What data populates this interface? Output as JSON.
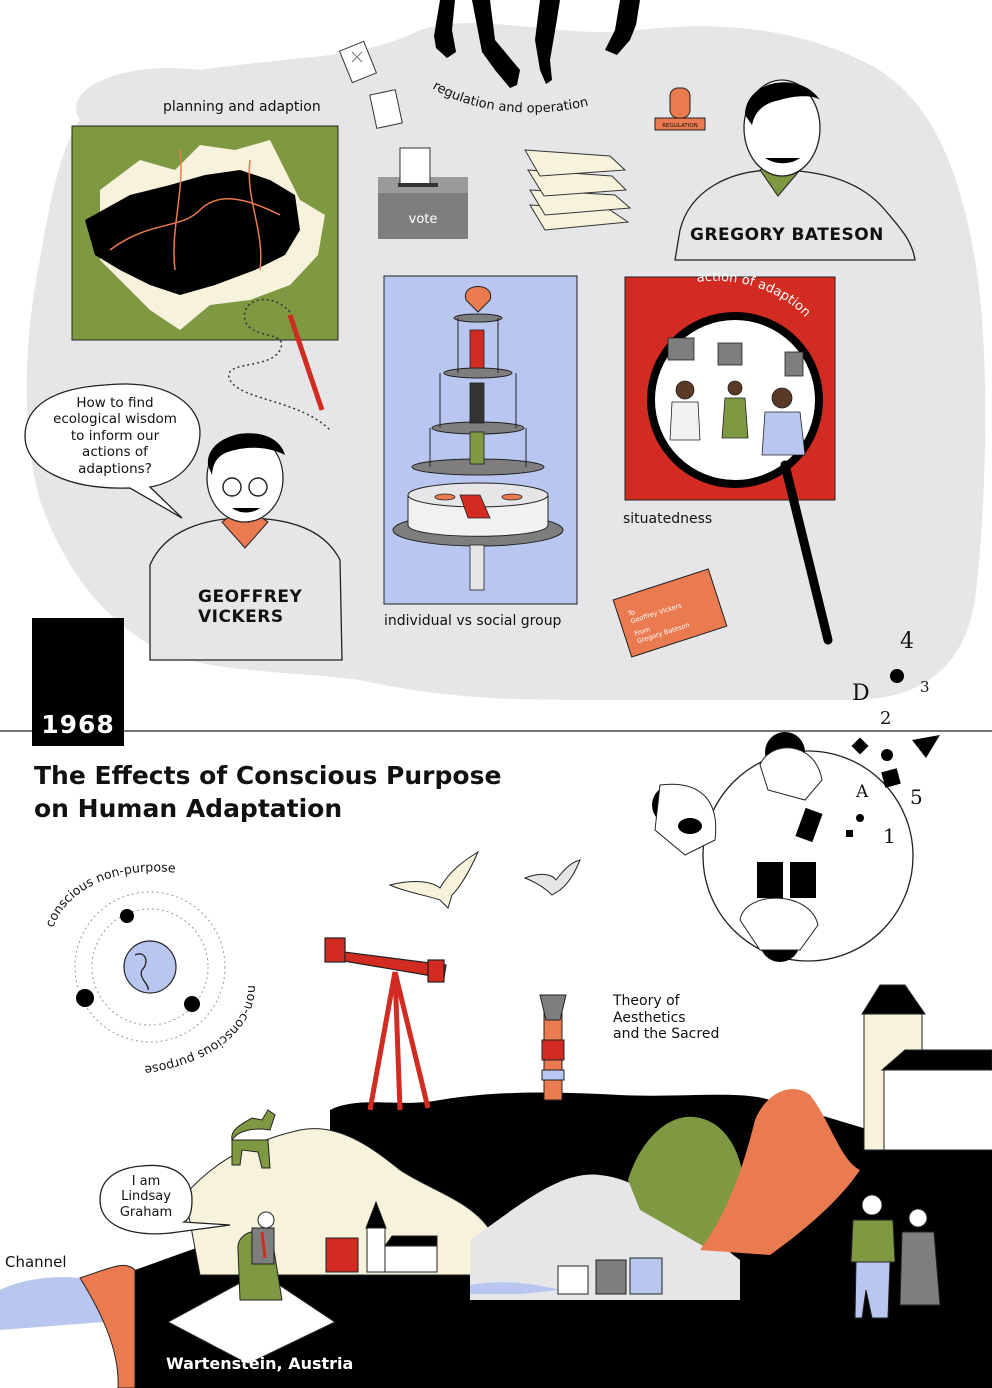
{
  "header": {
    "year": "1968",
    "title_line1": "The Effects of Conscious Purpose",
    "title_line2": "on Human Adaptation"
  },
  "labels": {
    "planning": "planning and adaption",
    "regulation": "regulation and operation",
    "vote": "vote",
    "stamp": "REGULATION",
    "individual": "individual vs social group",
    "situatedness": "situatedness",
    "action": "action of adaption",
    "conscious_non_purpose": "conscious non-purpose",
    "non_conscious_purpose": "non-conscious purpose",
    "theory_line1": "Theory of",
    "theory_line2": "Aesthetics",
    "theory_line3": "and the Sacred",
    "channel": "Channel",
    "location": "Wartenstein, Austria"
  },
  "people": {
    "bateson": "GREGORY BATESON",
    "vickers_line1": "GEOFFREY",
    "vickers_line2": "VICKERS"
  },
  "bubbles": {
    "question_lines": [
      "How to find",
      "ecological wisdom",
      "to inform our",
      "actions of",
      "adaptions?"
    ],
    "lindsay_lines": [
      "I am",
      "Lindsay",
      "Graham"
    ]
  },
  "envelope": {
    "to_line1": "To",
    "to_line2": "Geoffrey Vickers",
    "from_line1": "From",
    "from_line2": "Gregory Bateson"
  },
  "game_marks": {
    "four": "4",
    "three": "3",
    "d": "D",
    "two": "2",
    "a": "A",
    "five": "5",
    "one": "1"
  },
  "colors": {
    "cloud": "#e6e6e8",
    "olive": "#7f9842",
    "orange": "#ea7a4f",
    "red": "#d22b21",
    "periwinkle": "#b9c7f0",
    "cream": "#f7f2dc",
    "gray": "#7e7e7e",
    "black": "#000000"
  }
}
